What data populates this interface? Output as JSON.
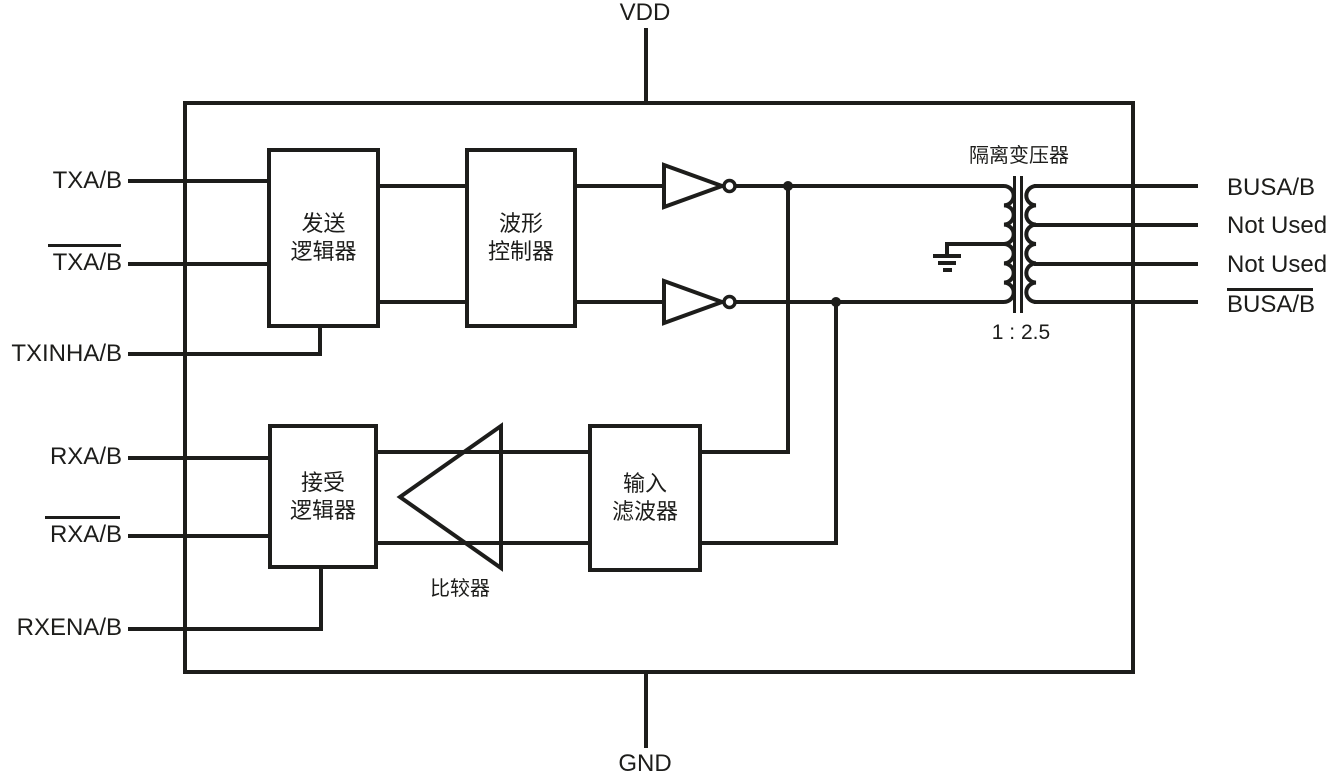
{
  "pins": {
    "top": {
      "label": "VDD"
    },
    "bottom": {
      "label": "GND"
    },
    "left": [
      {
        "label": "TXA/B",
        "overline": false
      },
      {
        "label": "TXA/B",
        "overline": true
      },
      {
        "label": "TXINHA/B",
        "overline": false
      },
      {
        "label": "RXA/B",
        "overline": false
      },
      {
        "label": "RXA/B",
        "overline": true
      },
      {
        "label": "RXENA/B",
        "overline": false
      }
    ],
    "right": [
      {
        "label": "BUSA/B",
        "overline": false
      },
      {
        "label": "Not Used",
        "overline": false
      },
      {
        "label": "Not Used",
        "overline": false
      },
      {
        "label": "BUSA/B",
        "overline": true
      }
    ]
  },
  "blocks": {
    "transmit_logic": {
      "line1": "发送",
      "line2": "逻辑器"
    },
    "waveform_controller": {
      "line1": "波形",
      "line2": "控制器"
    },
    "receive_logic": {
      "line1": "接受",
      "line2": "逻辑器"
    },
    "input_filter": {
      "line1": "输入",
      "line2": "滤波器"
    }
  },
  "components": {
    "comparator_label": "比较器",
    "transformer_label": "隔离变压器",
    "transformer_ratio": "1 : 2.5"
  },
  "colors": {
    "line": "#1d1d1b",
    "background": "#ffffff"
  }
}
